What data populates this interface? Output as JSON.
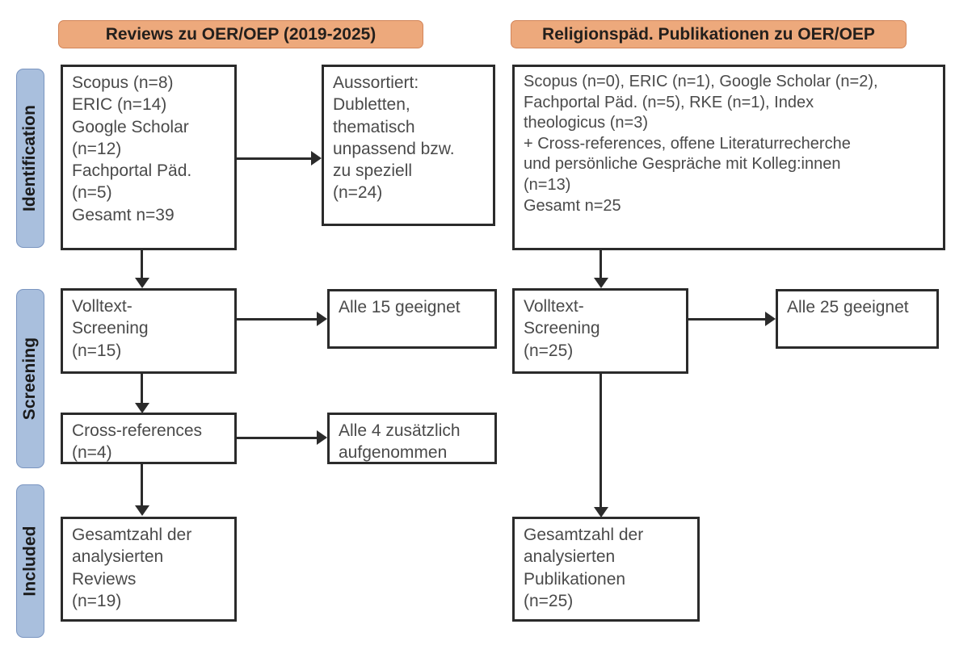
{
  "stages": [
    {
      "label": "Identification"
    },
    {
      "label": "Screening"
    },
    {
      "label": "Included"
    }
  ],
  "columns": {
    "left": {
      "header": "Reviews zu OER/OEP (2019-2025)",
      "identification_sources": "Scopus (n=8)\nERIC (n=14)\nGoogle Scholar\n(n=12)\nFachportal Päd.\n(n=5)\nGesamt n=39",
      "excluded": "Aussortiert:\nDubletten,\nthematisch\nunpassend bzw.\nzu speziell\n(n=24)",
      "screening": "Volltext-\nScreening\n(n=15)",
      "screening_result": "Alle 15 geeignet",
      "cross_references": "Cross-references\n(n=4)",
      "cross_references_result": "Alle 4 zusätzlich\naufgenommen",
      "included": "Gesamtzahl der\nanalysierten\nReviews\n(n=19)"
    },
    "right": {
      "header": "Religionspäd. Publikationen zu OER/OEP",
      "identification_sources": "Scopus (n=0), ERIC (n=1), Google Scholar (n=2),\nFachportal Päd. (n=5), RKE (n=1), Index\ntheologicus (n=3)\n+ Cross-references, offene Literaturrecherche\nund persönliche Gespräche mit Kolleg:innen\n(n=13)\nGesamt n=25",
      "screening": "Volltext-\nScreening\n(n=25)",
      "screening_result": "Alle 25 geeignet",
      "included": "Gesamtzahl der\nanalysierten\nPublikationen\n(n=25)"
    }
  },
  "colors": {
    "header_fill": "#EDA97C",
    "header_border": "#D2855A",
    "stage_fill": "#A9BFDD",
    "stage_border": "#7A95C0",
    "box_border": "#2b2b2b",
    "text": "#4a4a4a"
  }
}
